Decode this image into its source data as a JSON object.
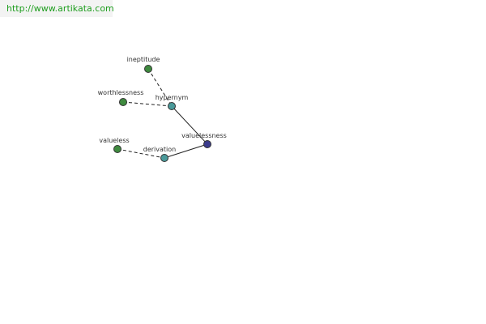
{
  "banner": {
    "url_text": "http://www.artikata.com",
    "url_color": "#1f9e1f",
    "background": "#f3f3f3"
  },
  "graph": {
    "nodes": [
      {
        "id": "ineptitude",
        "label": "ineptitude",
        "color": "#3f8a3f"
      },
      {
        "id": "worthlessness",
        "label": "worthlessness",
        "color": "#3f8a3f"
      },
      {
        "id": "hypernym",
        "label": "hypernym",
        "color": "#4a9a9a"
      },
      {
        "id": "valuelessness",
        "label": "valuelessness",
        "color": "#3b3b8c"
      },
      {
        "id": "valueless",
        "label": "valueless",
        "color": "#3f8a3f"
      },
      {
        "id": "derivation",
        "label": "derivation",
        "color": "#4a9a9a"
      }
    ],
    "edges": [
      {
        "from": "ineptitude",
        "to": "hypernym",
        "style": "dashed"
      },
      {
        "from": "worthlessness",
        "to": "hypernym",
        "style": "dashed"
      },
      {
        "from": "hypernym",
        "to": "valuelessness",
        "style": "solid"
      },
      {
        "from": "valueless",
        "to": "derivation",
        "style": "dashed"
      },
      {
        "from": "derivation",
        "to": "valuelessness",
        "style": "solid"
      }
    ]
  }
}
